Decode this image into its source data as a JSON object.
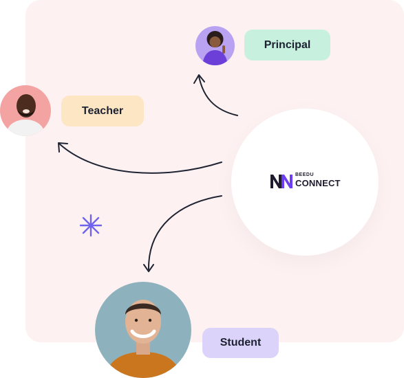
{
  "logo": {
    "small_text": "BEEDU",
    "big_text": "CONNECT"
  },
  "roles": {
    "principal": "Principal",
    "teacher": "Teacher",
    "student": "Student"
  },
  "colors": {
    "background_panel": "#fef1f1",
    "principal_pill": "#c7f0de",
    "teacher_pill": "#fde6c4",
    "student_pill": "#dcd3fb",
    "brand_purple": "#6d3ff0",
    "arrow": "#1f2433"
  },
  "icons": {
    "logo_mark": "nn-logo-icon",
    "sparkle": "asterisk-sparkle-icon"
  }
}
